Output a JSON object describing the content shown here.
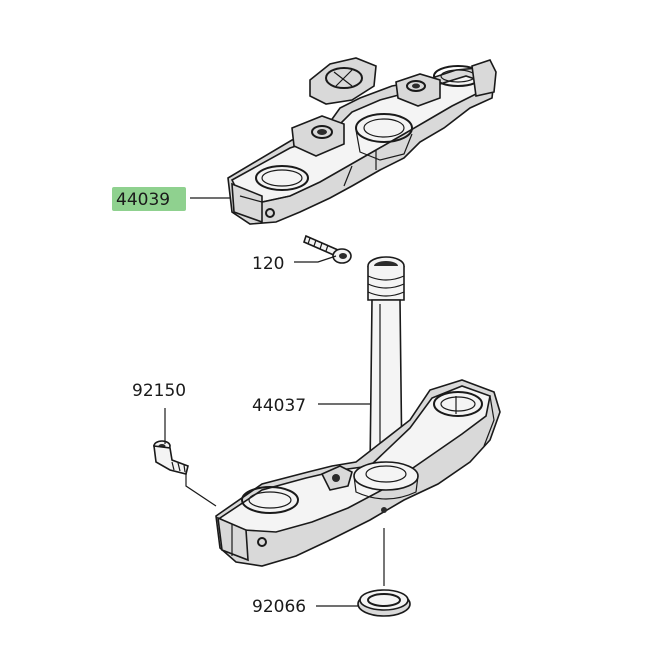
{
  "parts": [
    {
      "id": "p44039",
      "number": "44039",
      "highlighted": true
    },
    {
      "id": "p120",
      "number": "120",
      "highlighted": false
    },
    {
      "id": "p92150",
      "number": "92150",
      "highlighted": false
    },
    {
      "id": "p44037",
      "number": "44037",
      "highlighted": false
    },
    {
      "id": "p92066",
      "number": "92066",
      "highlighted": false
    }
  ],
  "colors": {
    "highlight": "#8fd18f",
    "ink": "#1a1a1a",
    "background": "#ffffff"
  }
}
